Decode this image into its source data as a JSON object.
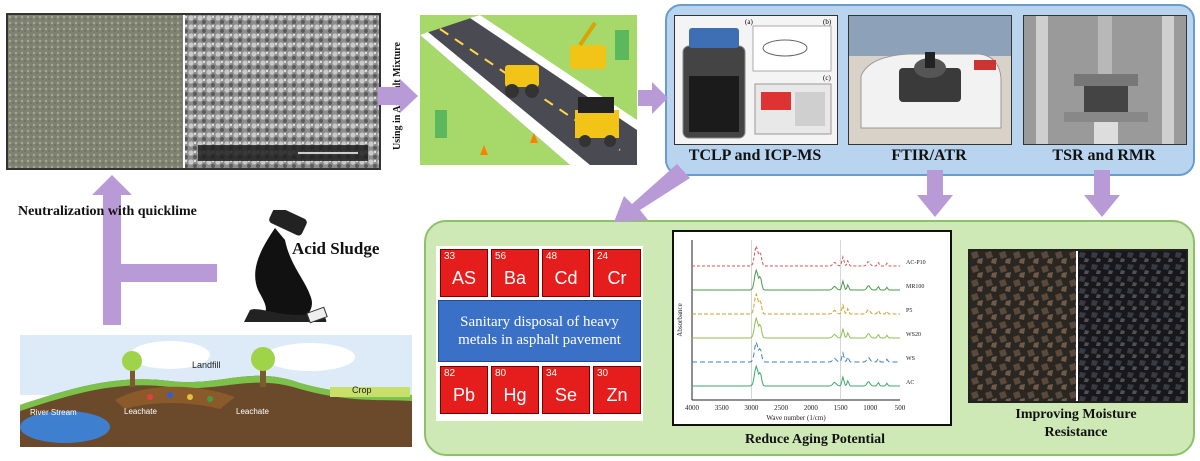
{
  "steps": {
    "neutralization": "Neutralization with quicklime",
    "using_in_asphalt": "Using in Asphalt Mixture",
    "acid_sludge": "Acid Sludge"
  },
  "landfill": {
    "landfill": "Landfill",
    "crop": "Crop",
    "river": "River Stream",
    "leachate_1": "Leachate",
    "leachate_2": "Leachate"
  },
  "methods": {
    "tclp": "TCLP and ICP-MS",
    "ftir": "FTIR/ATR",
    "tsr": "TSR and RMR",
    "sub_a": "(a)",
    "sub_b": "(b)",
    "sub_c": "(c)"
  },
  "elements_top": [
    {
      "num": "33",
      "sym": "AS"
    },
    {
      "num": "56",
      "sym": "Ba"
    },
    {
      "num": "48",
      "sym": "Cd"
    },
    {
      "num": "24",
      "sym": "Cr"
    }
  ],
  "elements_bottom": [
    {
      "num": "82",
      "sym": "Pb"
    },
    {
      "num": "80",
      "sym": "Hg"
    },
    {
      "num": "34",
      "sym": "Se"
    },
    {
      "num": "30",
      "sym": "Zn"
    }
  ],
  "disposal_text": "Sanitary disposal of heavy metals in asphalt pavement",
  "outcomes": {
    "aging": "Reduce Aging Potential",
    "moisture_1": "Improving Moisture",
    "moisture_2": "Resistance"
  },
  "chart_data": {
    "type": "line",
    "xlabel": "Wave number (1/cm)",
    "ylabel": "Absorbance",
    "x_ticks": [
      "4000",
      "3500",
      "3000",
      "2500",
      "2000",
      "1500",
      "1000",
      "500"
    ],
    "xlim": [
      4000,
      500
    ],
    "series": [
      {
        "name": "AC-P10",
        "color": "#d9534f",
        "dash": "3,2",
        "offset": 5
      },
      {
        "name": "MR100",
        "color": "#4a9a4a",
        "dash": "",
        "offset": 4
      },
      {
        "name": "P5",
        "color": "#c9a227",
        "dash": "4,2",
        "offset": 3
      },
      {
        "name": "WS20",
        "color": "#8fbf4f",
        "dash": "",
        "offset": 2
      },
      {
        "name": "WS",
        "color": "#3b7fc4",
        "dash": "5,3",
        "offset": 1
      },
      {
        "name": "AC",
        "color": "#3aa86b",
        "dash": "",
        "offset": 0
      }
    ]
  },
  "colors": {
    "arrow": "#b79ad6",
    "panel_blue": "#b8d4ee",
    "panel_green": "#cfe9b6",
    "element_red": "#e51d1d",
    "disposal_blue": "#3a70c6"
  }
}
